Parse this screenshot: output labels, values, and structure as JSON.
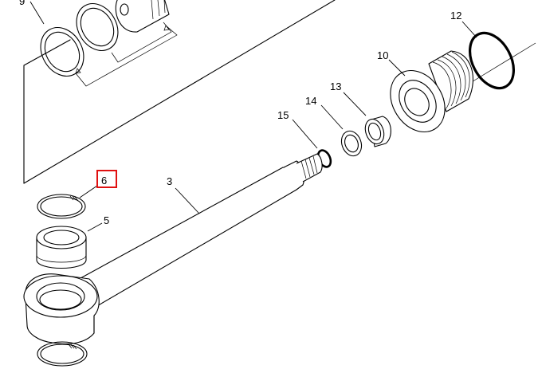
{
  "diagram": {
    "callouts": {
      "c9": "9",
      "c12": "12",
      "c10": "10",
      "c13": "13",
      "c14": "14",
      "c15": "15",
      "c3": "3",
      "c6": "6",
      "c5": "5"
    },
    "highlight": {
      "target": "6",
      "color": "#e01010"
    }
  }
}
